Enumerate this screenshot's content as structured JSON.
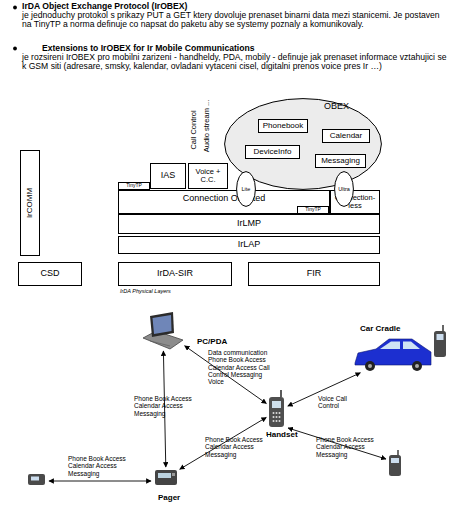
{
  "diagram": {
    "nodes": [
      {
        "text": [
          "OBEX"
        ]
      },
      {
        "text": [
          "Phonebook"
        ],
        "in": 0
      },
      {
        "text": [
          "Calendar"
        ],
        "in": 0
      },
      {
        "text": [
          "DeviceInfo"
        ],
        "in": 0
      },
      {
        "text": [
          "Messaging"
        ],
        "in": 0
      },
      {
        "text": [
          "IAS"
        ]
      },
      {
        "text": [
          "Voice + C.C."
        ]
      },
      {
        "text": [
          "Lite"
        ]
      },
      {
        "text": [
          "Ultra"
        ]
      },
      {
        "text": [
          "TinyTP"
        ]
      },
      {
        "text": [
          "IrCOMM"
        ]
      },
      {
        "text": [
          "Connection Oriented"
        ]
      },
      {
        "text": [
          "TinyTP"
        ],
        "in": 11
      },
      {
        "text": [
          "Connection- less"
        ]
      },
      {
        "text": [
          "IrLMP"
        ]
      },
      {
        "text": [
          "IrLAP"
        ]
      },
      {
        "text": [
          "CSD"
        ]
      },
      {
        "text": [
          "IrDA-SIR"
        ]
      },
      {
        "text": [
          "FIR"
        ]
      },
      {
        "text": [
          "PC/PDA"
        ]
      },
      {
        "text": [
          "Car Cradle"
        ]
      },
      {
        "text": [
          "Handset"
        ]
      },
      {
        "text": [
          "Pager"
        ]
      }
    ],
    "edges": [
      {
        "from": 19,
        "to": 21,
        "arrow": "both",
        "label": "Data communication Phone Book Access Calendar Access Call Control Messaging Voice"
      },
      {
        "from": 21,
        "to": 20,
        "arrow": "both",
        "label": "Voice Call Control"
      },
      {
        "from": 19,
        "to": 22,
        "arrow": "both",
        "label": "Phone Book Access Calendar Access Messaging"
      },
      {
        "from": 22,
        "to": 21,
        "arrow": "both",
        "label": "Phone Book Access Calendar Access Messaging"
      }
    ],
    "labels": [
      "IrDA Object Exchange Protocol (IrOBEX)",
      "je jednoduchy protokol s prikazy PUT a GET ktery dovoluje prenaset binarni data mezi stanicemi. Je postaven na TinyTP a norma definuje co napsat do paketu aby se systemy poznaly a komunikovaly.",
      "Extensions to IrOBEX for Ir Mobile Communications",
      "je rozsireni IrOBEX pro mobilni zarizeni - handheldy, PDA, mobily - definuje jak prenaset informace vztahujici se k GSM siti (adresare, smsky, kalendar, ovladani vytaceni cisel, digitalni prenos voice pres Ir …)",
      "Call Control",
      "Audio stream ...",
      "IrDA Physical Layers",
      "Phone Book Access Calendar Access Messaging",
      "Phone Book Access Calendar Access Messaging"
    ]
  }
}
